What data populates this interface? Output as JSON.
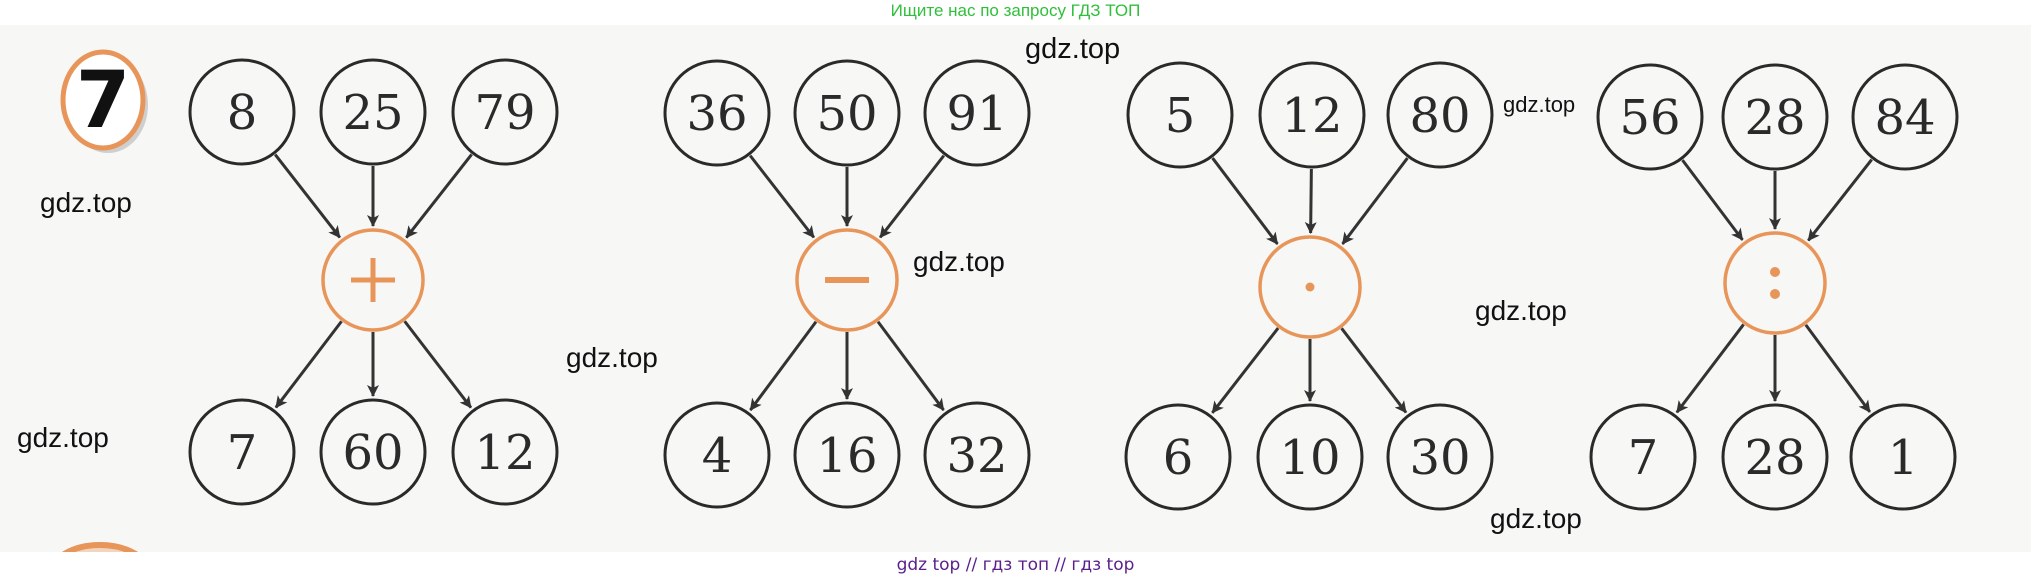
{
  "banner_top": "Ищите нас по запросу ГДЗ ТОП",
  "banner_bottom": "gdz top  //  гдз топ  //  гдз top",
  "exercise": {
    "number": "7",
    "accent_color": "#e8955a",
    "groups": [
      {
        "operation": "addition",
        "symbol": "+",
        "inputs": [
          "8",
          "25",
          "79"
        ],
        "outputs": [
          "7",
          "60",
          "12"
        ]
      },
      {
        "operation": "subtraction",
        "symbol": "−",
        "inputs": [
          "36",
          "50",
          "91"
        ],
        "outputs": [
          "4",
          "16",
          "32"
        ]
      },
      {
        "operation": "multiplication",
        "symbol": "·",
        "inputs": [
          "5",
          "12",
          "80"
        ],
        "outputs": [
          "6",
          "10",
          "30"
        ]
      },
      {
        "operation": "division",
        "symbol": ":",
        "inputs": [
          "56",
          "28",
          "84"
        ],
        "outputs": [
          "7",
          "28",
          "1"
        ]
      }
    ]
  },
  "watermarks": [
    "gdz.top",
    "gdz.top",
    "gdz.top",
    "gdz.top",
    "gdz.top",
    "gdz.top",
    "gdz.top",
    "gdz.top"
  ]
}
